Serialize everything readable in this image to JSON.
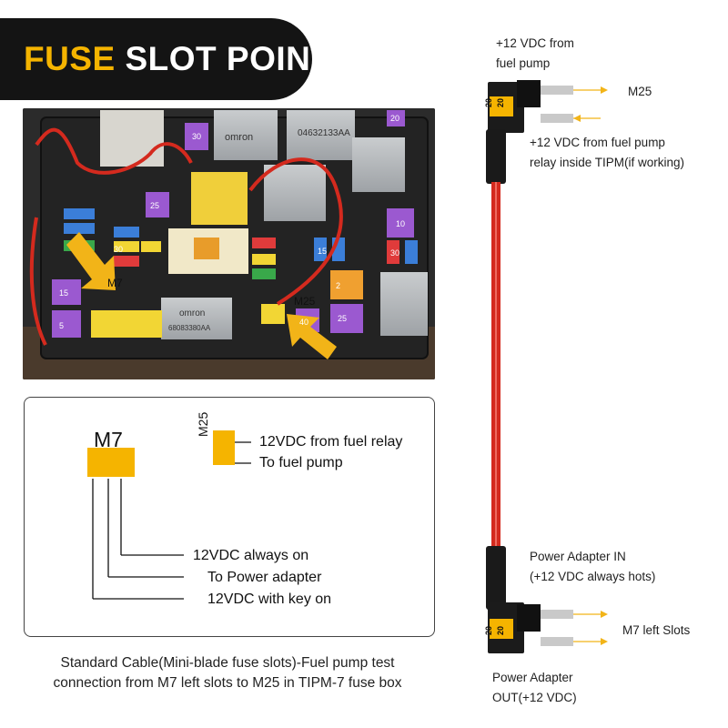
{
  "banner": {
    "title_word1": "FUSE",
    "title_word2": "SLOT POINTS"
  },
  "photo": {
    "label_m7": "M7",
    "label_m25": "M25",
    "relay_top_1": "04632133AA",
    "relay_brand": "omron",
    "relay_code": "68083380AA",
    "fuse_labels": [
      "30",
      "25",
      "20",
      "10",
      "15",
      "5",
      "2",
      "25",
      "40",
      "30",
      "15",
      "30"
    ]
  },
  "diagram": {
    "m7_title": "M7",
    "m25_label": "M25",
    "m25_line1": "12VDC from fuel relay",
    "m25_line2": "To fuel pump",
    "m7_line1": "12VDC always on",
    "m7_line2": "To Power adapter",
    "m7_line3": "12VDC with key on"
  },
  "caption": {
    "line1": "Standard Cable(Mini-blade fuse slots)-Fuel pump test",
    "line2": "connection from M7 left slots to M25 in TIPM-7 fuse box"
  },
  "right": {
    "top_from_1": "+12 VDC from",
    "top_from_2": "fuel pump",
    "top_m25": "M25",
    "top_relay_1": "+12 VDC from fuel pump",
    "top_relay_2": "relay inside TIPM(if working)",
    "mid_in_1": "Power Adapter IN",
    "mid_in_2": "(+12 VDC always hots)",
    "bottom_m7": "M7 left Slots",
    "bottom_out_1": "Power Adapter",
    "bottom_out_2": "OUT(+12 VDC)",
    "fuse_rating": "20"
  },
  "colors": {
    "accent_yellow": "#f5b400",
    "banner_black": "#141414",
    "wire_red": "#d42a1e",
    "arrow_yellow": "#f2b418"
  }
}
